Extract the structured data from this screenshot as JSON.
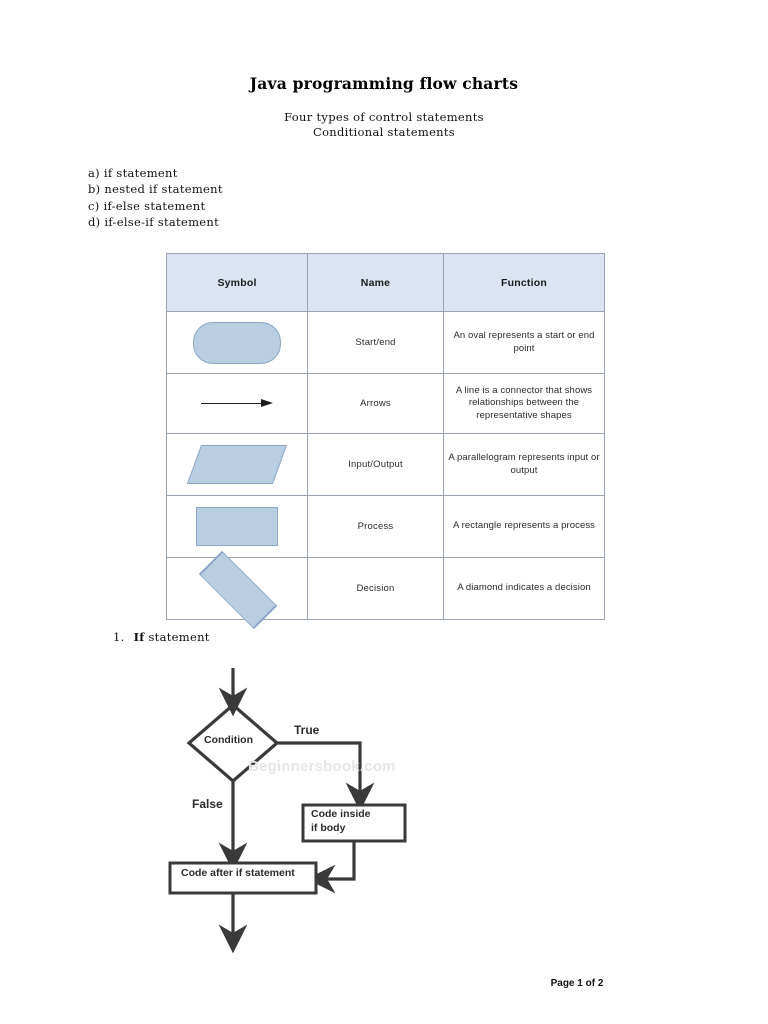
{
  "document": {
    "title": "Java programming flow charts",
    "subtitle_lines": [
      "Four types of control statements",
      "Conditional statements"
    ],
    "list_items": [
      "a) if statement",
      "b) nested if statement",
      "c) if-else statement",
      "d) if-else-if statement"
    ],
    "footer": "Page 1 of 2"
  },
  "symbol_table": {
    "headers": [
      "Symbol",
      "Name",
      "Function"
    ],
    "rows": [
      {
        "symbol": "oval-shape",
        "name": "Start/end",
        "function": "An oval represents a start or end point"
      },
      {
        "symbol": "arrow-shape",
        "name": "Arrows",
        "function": "A line is a connector that shows relationships between the representative shapes"
      },
      {
        "symbol": "parallelogram-shape",
        "name": "Input/Output",
        "function": "A parallelogram represents input or output"
      },
      {
        "symbol": "rectangle-shape",
        "name": "Process",
        "function": "A rectangle represents a process"
      },
      {
        "symbol": "diamond-shape",
        "name": "Decision",
        "function": "A diamond indicates a decision"
      }
    ]
  },
  "section": {
    "number": "1.",
    "keyword": "If",
    "rest": "statement"
  },
  "flowchart": {
    "decision_label": "Condition",
    "true_label": "True",
    "false_label": "False",
    "if_body_label": "Code inside\nif body",
    "after_label": "Code after if statement",
    "watermark": "Beginnersbook.com"
  },
  "colors": {
    "shape_fill": "#b9cde3",
    "shape_stroke": "#8ba6c4",
    "table_header_bg": "#dbe4f0",
    "table_border": "#9aa4b0",
    "flow_stroke": "#3a3a3a",
    "watermark": "#e6e6e6"
  }
}
